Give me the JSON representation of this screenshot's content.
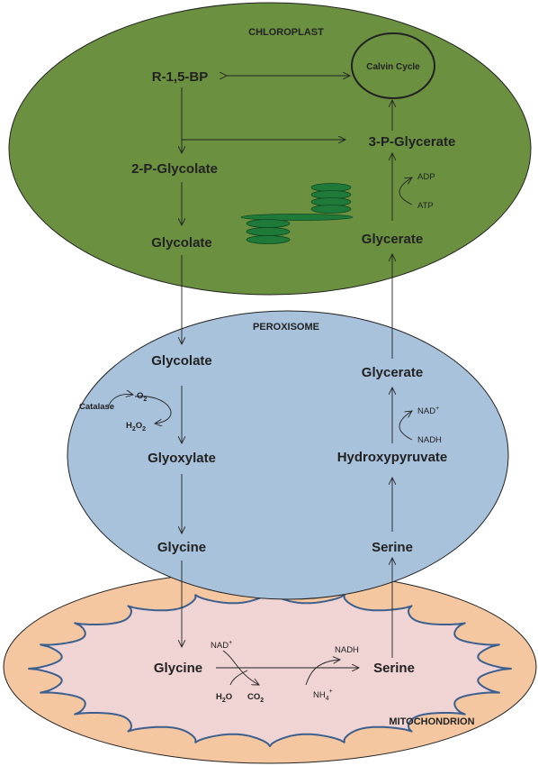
{
  "compartments": {
    "chloroplast": "CHLOROPLAST",
    "peroxisome": "PEROXISOME",
    "mitochondrion": "MITOCHONDRION"
  },
  "chloroplast": {
    "rubp": "R-1,5-BP",
    "calvin_cycle": "Calvin Cycle",
    "pglycerate": "3-P-Glycerate",
    "pglycolate": "2-P-Glycolate",
    "glycolate": "Glycolate",
    "glycerate": "Glycerate",
    "adp": "ADP",
    "atp": "ATP"
  },
  "peroxisome": {
    "glycolate": "Glycolate",
    "catalase": "Catalase",
    "o2": "O",
    "o2_sub": "2",
    "h2o2_a": "H",
    "h2o2_a_sub": "2",
    "h2o2_b": "O",
    "h2o2_b_sub": "2",
    "glyoxylate": "Glyoxylate",
    "glycine": "Glycine",
    "glycerate": "Glycerate",
    "nad": "NAD",
    "nad_sup": "+",
    "nadh": "NADH",
    "hydroxypyruvate": "Hydroxypyruvate",
    "serine": "Serine"
  },
  "mitochondrion": {
    "glycine": "Glycine",
    "serine": "Serine",
    "nad": "NAD",
    "nad_sup": "+",
    "nadh": "NADH",
    "h2o_a": "H",
    "h2o_sub": "2",
    "h2o_b": "O",
    "co2_a": "CO",
    "co2_sub": "2",
    "nh4_a": "NH",
    "nh4_sub": "4",
    "nh4_sup": "+"
  },
  "colors": {
    "chloroplast_fill": "#6b9140",
    "thylakoid_fill": "#1f7a3a",
    "peroxisome_fill": "#a9c2dc",
    "mito_outer_fill": "#f5c7a1",
    "mito_inner_fill": "#f0d3d3",
    "mito_inner_stroke": "#3b5f8e",
    "outline": "#222222"
  }
}
